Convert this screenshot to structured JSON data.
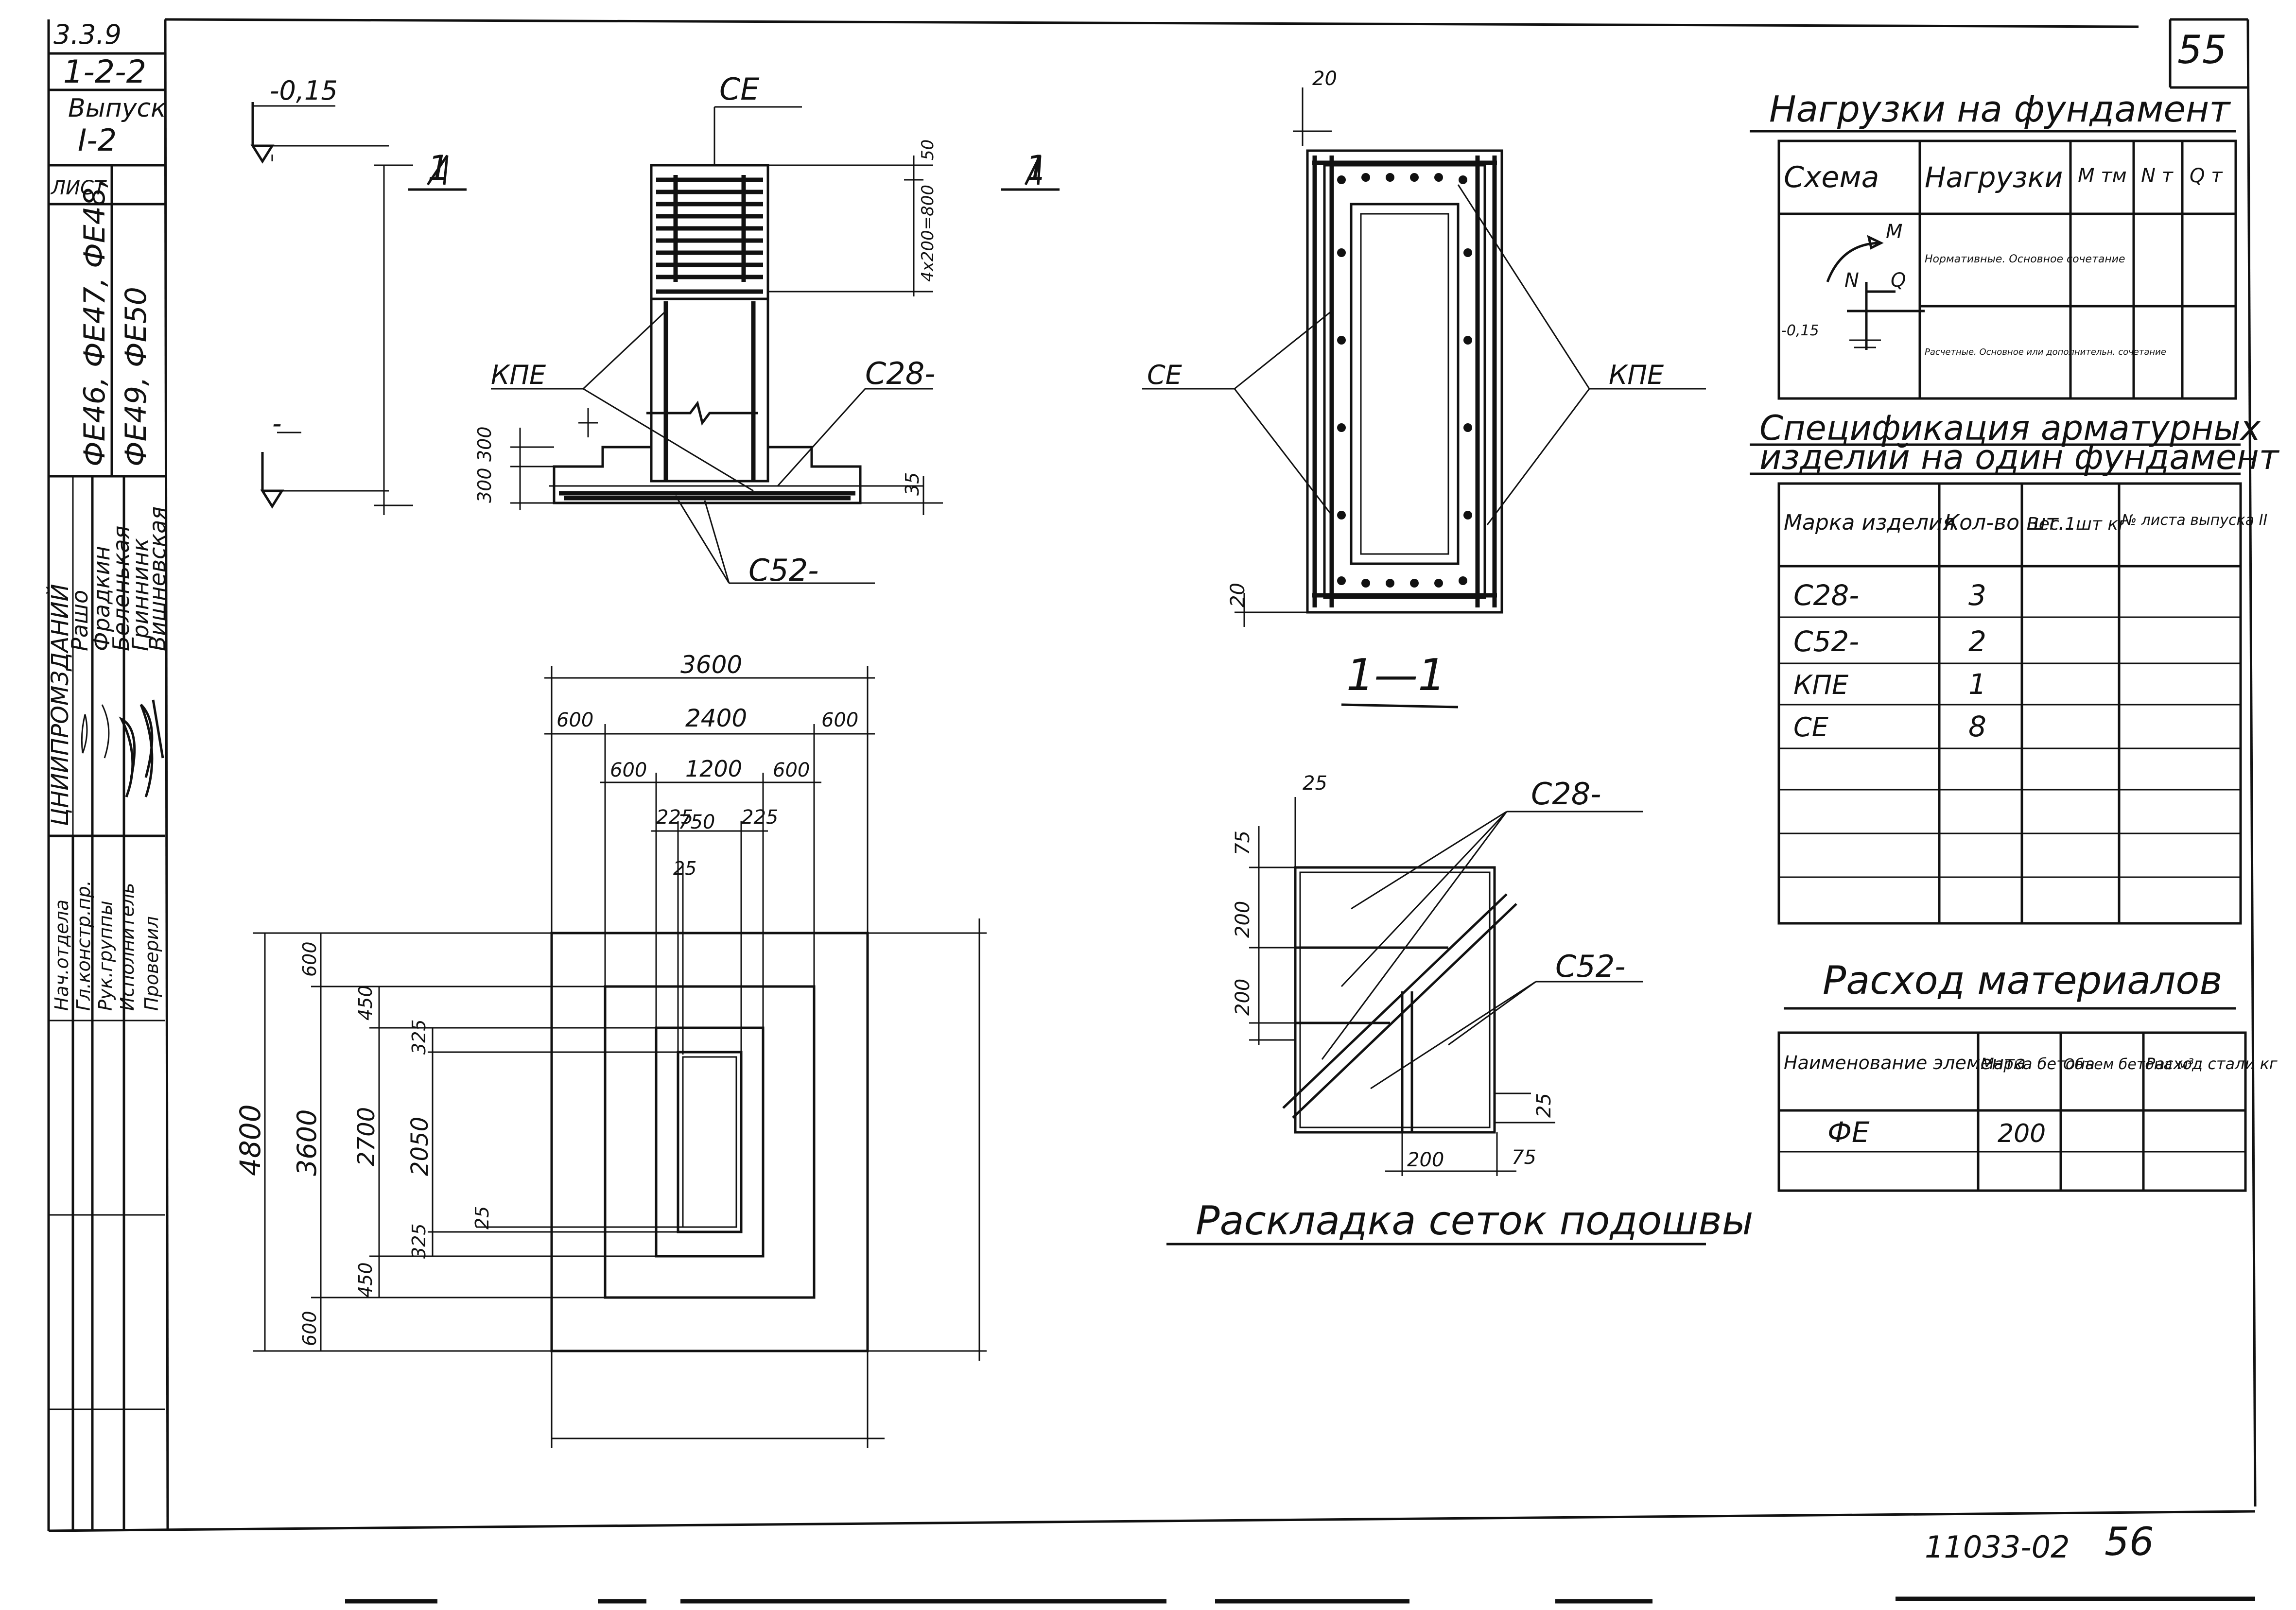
{
  "sheet": {
    "page_number": "55",
    "doc_code": "11033-02",
    "doc_page": "56"
  },
  "side_stamp": {
    "series": "3.3.9",
    "sheet_ref": "1-2-2",
    "issue_label": "Выпуск",
    "issue_value": "I-2",
    "list_label": "ЛИСТ",
    "marks_line1": "ФЕ46, ФЕ47, ФЕ48,",
    "marks_line2": "ФЕ49, ФЕ50",
    "institute": "ЦНИИПРОМЗДАНИЙ",
    "roles": [
      "Нач.отдела",
      "Гл.констр.пр.",
      "Рук.группы",
      "Исполнитель",
      "Проверил"
    ],
    "names": [
      "Рашо",
      "Фрадкин",
      "Беленькая",
      "Гриннинк",
      "Вишневская"
    ]
  },
  "elevation": {
    "level_top": "-0,15",
    "level_bottom": "-",
    "section_mark": "1",
    "section_mark_right": "1",
    "label_ce": "СЕ",
    "label_kpe": "КПЕ",
    "label_c28": "С28-",
    "label_c52": "С52-",
    "dim_stirrups": "4х200=800",
    "dim_50": "50",
    "dim_300a": "300",
    "dim_300b": "300",
    "dim_35": "35"
  },
  "section": {
    "title": "1—1",
    "label_ce": "СЕ",
    "label_kpe": "КПЕ",
    "dim_20_top": "20",
    "dim_20_bottom": "20"
  },
  "plan": {
    "dims_horizontal": [
      "3600",
      "600",
      "2400",
      "600",
      "600",
      "1200",
      "600",
      "225",
      "750",
      "225",
      "25"
    ],
    "dims_vertical": [
      "4800",
      "600",
      "3600",
      "600",
      "450",
      "2700",
      "450",
      "325",
      "2050",
      "325",
      "25"
    ]
  },
  "mesh_layout": {
    "title": "Раскладка сеток подошвы",
    "label_c28": "С28-",
    "label_c52": "С52-",
    "dims": [
      "25",
      "75",
      "200",
      "200",
      "25",
      "200",
      "75"
    ]
  },
  "loads_table": {
    "title": "Нагрузки на фундамент",
    "headers": [
      "Схема",
      "Нагрузки",
      "M тм",
      "N т",
      "Q т"
    ],
    "scheme_labels": [
      "M",
      "N",
      "Q",
      "-0,15"
    ],
    "rows": [
      {
        "load": "Нормативные. Основное сочетание",
        "M": "",
        "N": "",
        "Q": ""
      },
      {
        "load": "Расчетные. Основное или дополнительн. сочетание",
        "M": "",
        "N": "",
        "Q": ""
      }
    ]
  },
  "spec_table": {
    "title_line1": "Спецификация арматурных",
    "title_line2": "изделий на один фундамент",
    "headers": [
      "Марка изделия",
      "Кол-во шт.",
      "Вес 1шт кг",
      "№ листа выпуска II"
    ],
    "rows": [
      {
        "mark": "С28-",
        "qty": "3",
        "weight": "",
        "sheet": ""
      },
      {
        "mark": "С52-",
        "qty": "2",
        "weight": "",
        "sheet": ""
      },
      {
        "mark": "КПЕ",
        "qty": "1",
        "weight": "",
        "sheet": ""
      },
      {
        "mark": "СЕ",
        "qty": "8",
        "weight": "",
        "sheet": ""
      },
      {
        "mark": "",
        "qty": "",
        "weight": "",
        "sheet": ""
      },
      {
        "mark": "",
        "qty": "",
        "weight": "",
        "sheet": ""
      },
      {
        "mark": "",
        "qty": "",
        "weight": "",
        "sheet": ""
      },
      {
        "mark": "",
        "qty": "",
        "weight": "",
        "sheet": ""
      }
    ]
  },
  "materials_table": {
    "title": "Расход материалов",
    "headers": [
      "Наименование элемента",
      "Марка бетона",
      "Объем бетона м³",
      "Расход стали кг"
    ],
    "rows": [
      {
        "element": "ФЕ",
        "concrete": "200",
        "volume": "",
        "steel": ""
      },
      {
        "element": "",
        "concrete": "",
        "volume": "",
        "steel": ""
      }
    ]
  }
}
